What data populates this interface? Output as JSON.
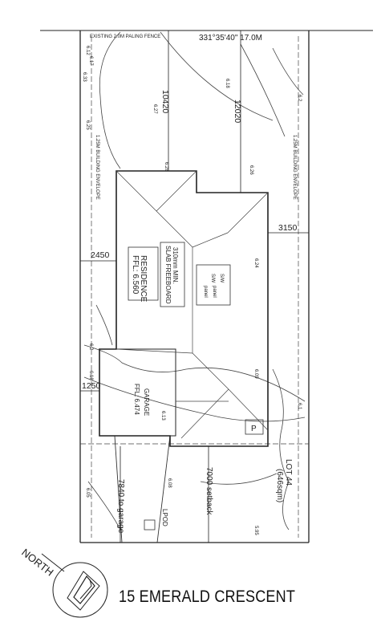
{
  "site": {
    "street_name": "15 EMERALD CRESCENT",
    "fence_label": "EXISTING 2.0M PALING FENCE",
    "bearing": "331°35'40\" 17.0M",
    "lot_label": "LOT 44",
    "lot_area": "(646sqm)",
    "north_label": "NORTH",
    "envelope_left": "1.25M BUILDING ENVELOPE",
    "envelope_right": "1.25M BUILDING ENVELOPE"
  },
  "buildings": {
    "residence_name": "RESIDENCE",
    "residence_ffl": "FFL: 6.560",
    "slab_line1": "310mm MIN.",
    "slab_line2": "SLAB FREEBOARD",
    "garage_name": "GARAGE",
    "garage_ffl": "FFL: 6.474",
    "sw_label_1": "S/W",
    "sw_label_2": "S/W",
    "panel_1": "panel",
    "panel_2": "panel",
    "p_label": "P",
    "lpod_label": "LPOD"
  },
  "dimensions": {
    "d10420": "10420",
    "d12020": "12020",
    "d3150": "3150",
    "d2450": "2450",
    "d1250": "1250",
    "d7840": "7840 to garage",
    "d7000": "7000 setback"
  },
  "spot_levels": [
    "6.12",
    "6.17",
    "6.33",
    "6.27",
    "6.18",
    "6.25",
    "6.2",
    "6.28",
    "6.26",
    "6.24",
    "6.2",
    "6.18",
    "6.13",
    "6.08",
    "6.1",
    "6.05",
    "6.09",
    "5.95"
  ]
}
